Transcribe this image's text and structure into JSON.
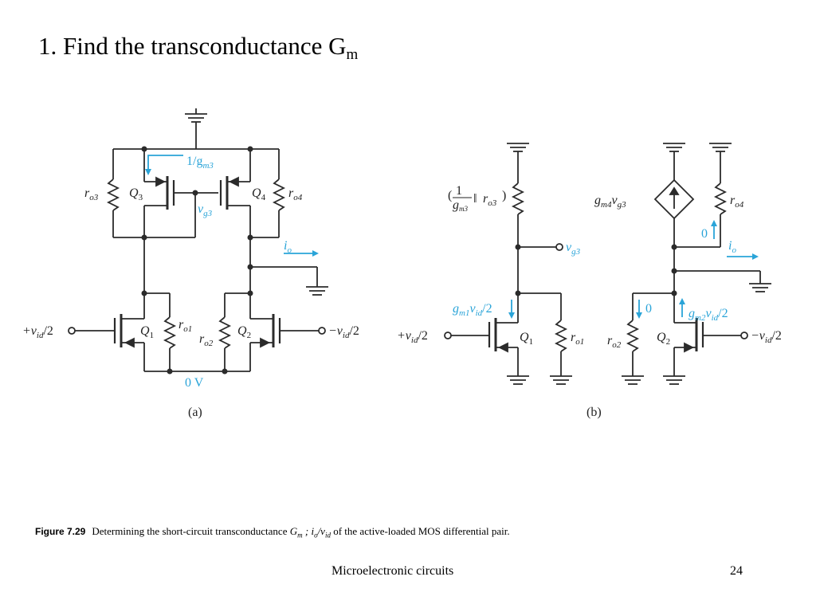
{
  "slide": {
    "title": "1. Find the transconductance G",
    "title_subscript": "m",
    "footer": "Microelectronic circuits",
    "page_number": "24"
  },
  "caption": {
    "label": "Figure 7.29",
    "text_before": "Determining the short-circuit transconductance ",
    "text_after": " of the active-loaded MOS differential pair."
  },
  "circuit_a": {
    "panel_label": "(a)",
    "q1": "Q",
    "q1_sub": "1",
    "q2": "Q",
    "q2_sub": "2",
    "q3": "Q",
    "q3_sub": "3",
    "q4": "Q",
    "q4_sub": "4",
    "ro1": "r",
    "ro1_sub": "o1",
    "ro2": "r",
    "ro2_sub": "o2",
    "ro3": "r",
    "ro3_sub": "o3",
    "ro4": "r",
    "ro4_sub": "o4",
    "one_over_gm3": "1/g",
    "one_over_gm3_sub": "m3",
    "vg3": "v",
    "vg3_sub": "g3",
    "io": "i",
    "io_sub": "o",
    "node_zero": "0 V",
    "input_plus": "+v",
    "input_plus_sub": "id",
    "input_plus_tail": "/2",
    "input_minus": "−v",
    "input_minus_sub": "id",
    "input_minus_tail": "/2"
  },
  "circuit_b": {
    "panel_label": "(b)",
    "q1": "Q",
    "q1_sub": "1",
    "q2": "Q",
    "q2_sub": "2",
    "ro1": "r",
    "ro1_sub": "o1",
    "ro2": "r",
    "ro2_sub": "o2",
    "ro4": "r",
    "ro4_sub": "o4",
    "gm3_combo_r": "r",
    "gm3_combo_r_sub": "o3",
    "gm3_combo_num": "1",
    "gm3_combo_den": "g",
    "gm3_combo_den_sub": "m3",
    "vg3": "v",
    "vg3_sub": "g3",
    "io": "i",
    "io_sub": "o",
    "gm1vid": "g",
    "gm1vid_sub1": "m1",
    "gm1vid_mid": "v",
    "gm1vid_sub2": "id",
    "gm1vid_tail": "/2",
    "gm2vid": "g",
    "gm2vid_sub1": "m2",
    "gm2vid_mid": "v",
    "gm2vid_sub2": "id",
    "gm2vid_tail": "/2",
    "gm4vg3": "g",
    "gm4vg3_sub1": "m4",
    "gm4vg3_mid": "v",
    "gm4vg3_sub2": "g3",
    "zero_current_1": "0",
    "zero_current_2": "0",
    "input_plus": "+v",
    "input_plus_sub": "id",
    "input_plus_tail": "/2",
    "input_minus": "−v",
    "input_minus_sub": "id",
    "input_minus_tail": "/2"
  },
  "colors": {
    "accent": "#2aa4d8",
    "wire": "#2b2b2b"
  }
}
